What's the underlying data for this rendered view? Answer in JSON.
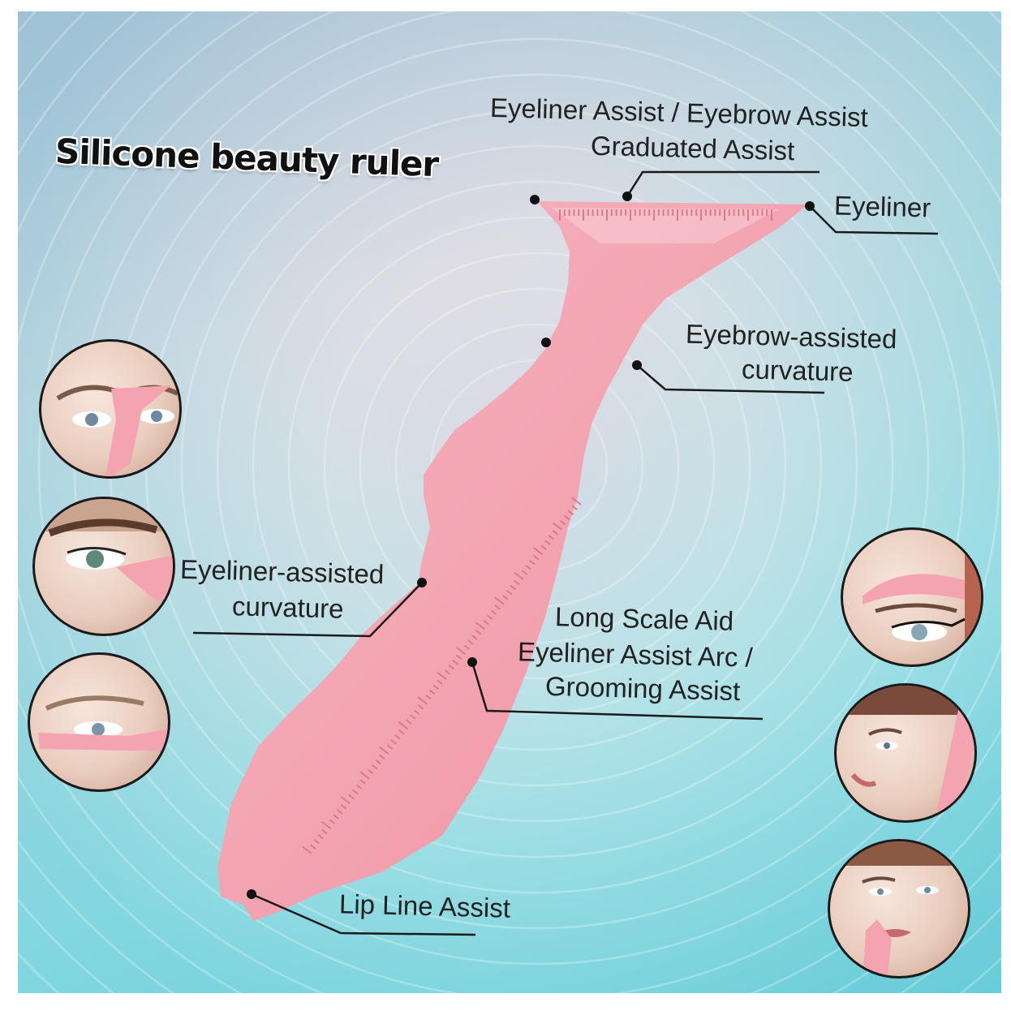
{
  "title": "Silicone beauty ruler",
  "labels": {
    "eyeliner_eyebrow_assist": "Eyeliner Assist / Eyebrow Assist",
    "graduated_assist": "Graduated Assist",
    "eyeliner": "Eyeliner",
    "eyebrow_curvature_1": "Eyebrow-assisted",
    "eyebrow_curvature_2": "curvature",
    "eyeliner_curvature_1": "Eyeliner-assisted",
    "eyeliner_curvature_2": "curvature",
    "long_scale_1": "Long Scale Aid",
    "long_scale_2": "Eyeliner Assist Arc /",
    "long_scale_3": "Grooming Assist",
    "lip_line": "Lip Line Assist"
  },
  "colors": {
    "ruler_pink": "#f4a3b0",
    "ruler_pink_dark": "#e58c9b",
    "leader_line": "#1a1a1a",
    "bg_cyan": "#a8e6ec",
    "bg_pink": "#f3d6e6"
  },
  "photos": {
    "left": [
      "eyebrow-demo-photo",
      "eyeliner-demo-photo",
      "eye-wing-demo-photo"
    ],
    "right": [
      "brow-shaping-demo-photo",
      "cheek-contour-demo-photo",
      "lip-line-demo-photo"
    ]
  }
}
